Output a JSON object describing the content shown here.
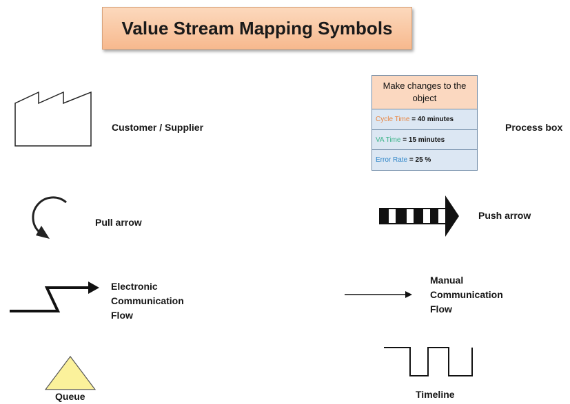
{
  "title": "Value Stream Mapping Symbols",
  "symbols": {
    "customer_supplier": "Customer / Supplier",
    "process_box": "Process box",
    "pull_arrow": "Pull arrow",
    "push_arrow": "Push arrow",
    "electronic_flow": [
      "Electronic",
      "Communication",
      "Flow"
    ],
    "manual_flow": [
      "Manual",
      "Communication",
      "Flow"
    ],
    "queue": "Queue",
    "timeline": "Timeline"
  },
  "process_box": {
    "header": "Make changes to the object",
    "rows": [
      {
        "key": "Cycle Time",
        "value": "= 40 minutes",
        "color": "#e8843f"
      },
      {
        "key": "VA Time",
        "value": "= 15 minutes",
        "color": "#3cb38a"
      },
      {
        "key": "Error Rate",
        "value": "= 25 %",
        "color": "#2f86c9"
      }
    ]
  },
  "colors": {
    "title_bg": "#f7b98e",
    "queue_fill": "#fbf19b"
  }
}
